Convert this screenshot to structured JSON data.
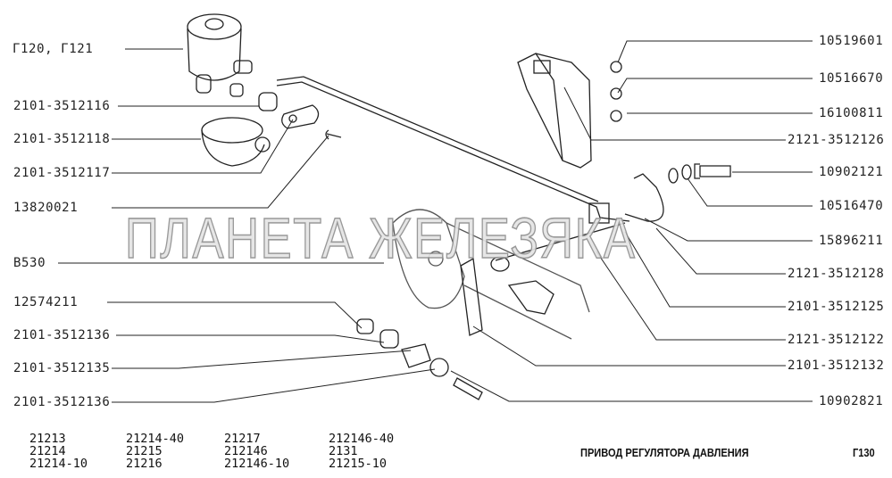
{
  "title": "ПРИВОД РЕГУЛЯТОРА ДАВЛЕНИЯ",
  "page_code": "Г130",
  "watermark": "ПЛАНЕТА ЖЕЛЕЗЯКА",
  "left_labels": [
    "Г120, Г121",
    "2101-3512116",
    "2101-3512118",
    "2101-3512117",
    "13820021",
    "B530",
    "12574211",
    "2101-3512136",
    "2101-3512135",
    "2101-3512136"
  ],
  "right_labels": [
    "10519601",
    "10516670",
    "16100811",
    "2121-3512126",
    "10902121",
    "10516470",
    "15896211",
    "2121-3512128",
    "2101-3512125",
    "2121-3512122",
    "2101-3512132",
    "10902821"
  ],
  "models": [
    [
      "21213",
      "21214",
      "21214-10"
    ],
    [
      "21214-40",
      "21215",
      "21216"
    ],
    [
      "21217",
      "212146",
      "212146-10"
    ],
    [
      "212146-40",
      "2131",
      "21215-10"
    ]
  ]
}
